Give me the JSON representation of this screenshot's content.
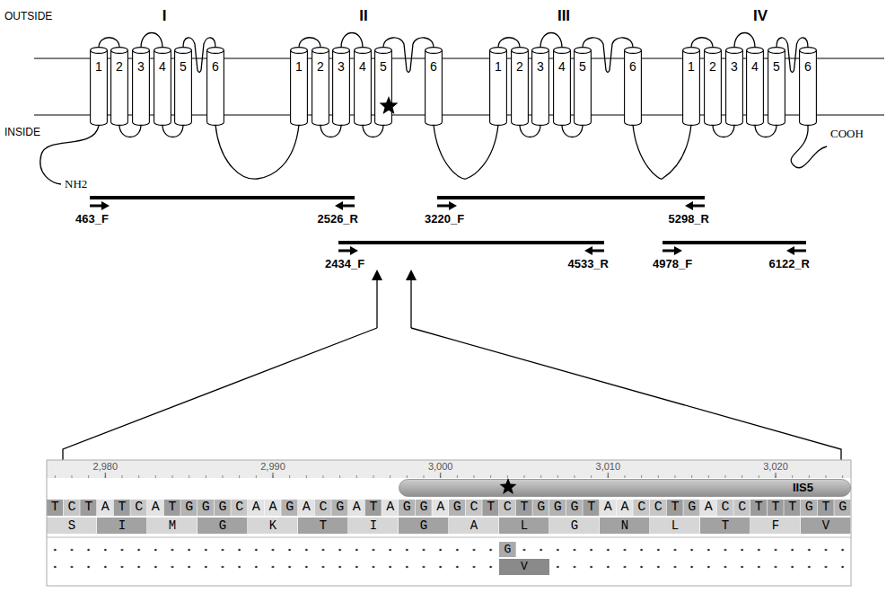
{
  "diagram": {
    "nodes": [
      {
        "text": [
          "1"
        ]
      },
      {
        "text": [
          "2"
        ]
      },
      {
        "text": [
          "3"
        ]
      },
      {
        "text": [
          "4"
        ]
      },
      {
        "text": [
          "5"
        ]
      },
      {
        "text": [
          "6"
        ]
      },
      {
        "text": [
          "1"
        ]
      },
      {
        "text": [
          "2"
        ]
      },
      {
        "text": [
          "3"
        ]
      },
      {
        "text": [
          "4"
        ]
      },
      {
        "text": [
          "5"
        ]
      },
      {
        "text": [
          "6"
        ]
      },
      {
        "text": [
          "1"
        ]
      },
      {
        "text": [
          "2"
        ]
      },
      {
        "text": [
          "3"
        ]
      },
      {
        "text": [
          "4"
        ]
      },
      {
        "text": [
          "5"
        ]
      },
      {
        "text": [
          "6"
        ]
      },
      {
        "text": [
          "1"
        ]
      },
      {
        "text": [
          "2"
        ]
      },
      {
        "text": [
          "3"
        ]
      },
      {
        "text": [
          "4"
        ]
      },
      {
        "text": [
          "5"
        ]
      },
      {
        "text": [
          "6"
        ]
      },
      {
        "text": [
          "IIS5"
        ]
      }
    ],
    "edges": [
      {
        "from": 0,
        "to": 1,
        "arrow": "none"
      },
      {
        "from": 1,
        "to": 2,
        "arrow": "none"
      },
      {
        "from": 2,
        "to": 3,
        "arrow": "none"
      },
      {
        "from": 3,
        "to": 4,
        "arrow": "none"
      },
      {
        "from": 4,
        "to": 5,
        "arrow": "none"
      },
      {
        "from": 5,
        "to": 6,
        "arrow": "none"
      },
      {
        "from": 6,
        "to": 7,
        "arrow": "none"
      },
      {
        "from": 7,
        "to": 8,
        "arrow": "none"
      },
      {
        "from": 8,
        "to": 9,
        "arrow": "none"
      },
      {
        "from": 9,
        "to": 10,
        "arrow": "none"
      },
      {
        "from": 10,
        "to": 11,
        "arrow": "none"
      },
      {
        "from": 11,
        "to": 12,
        "arrow": "none"
      },
      {
        "from": 12,
        "to": 13,
        "arrow": "none"
      },
      {
        "from": 13,
        "to": 14,
        "arrow": "none"
      },
      {
        "from": 14,
        "to": 15,
        "arrow": "none"
      },
      {
        "from": 15,
        "to": 16,
        "arrow": "none"
      },
      {
        "from": 16,
        "to": 17,
        "arrow": "none"
      },
      {
        "from": 17,
        "to": 18,
        "arrow": "none"
      },
      {
        "from": 18,
        "to": 19,
        "arrow": "none"
      },
      {
        "from": 19,
        "to": 20,
        "arrow": "none"
      },
      {
        "from": 20,
        "to": 21,
        "arrow": "none"
      },
      {
        "from": 21,
        "to": 22,
        "arrow": "none"
      },
      {
        "from": 22,
        "to": 23,
        "arrow": "none"
      }
    ],
    "labels": [
      "OUTSIDE",
      "I",
      "II",
      "III",
      "IV",
      "INSIDE",
      "NH2",
      "COOH",
      "463_F",
      "2526_R",
      "3220_F",
      "5298_R",
      "2434_F",
      "4533_R",
      "4978_F",
      "6122_R",
      "2,980",
      "2,990",
      "3,000",
      "3,010",
      "3,020",
      "TCTATCATGGGCAAGACGATAGGAGCTCTGGGTAACCTGACCTTTGTG",
      "SIMGKTIGALGNLTFV",
      "G",
      "V"
    ]
  }
}
